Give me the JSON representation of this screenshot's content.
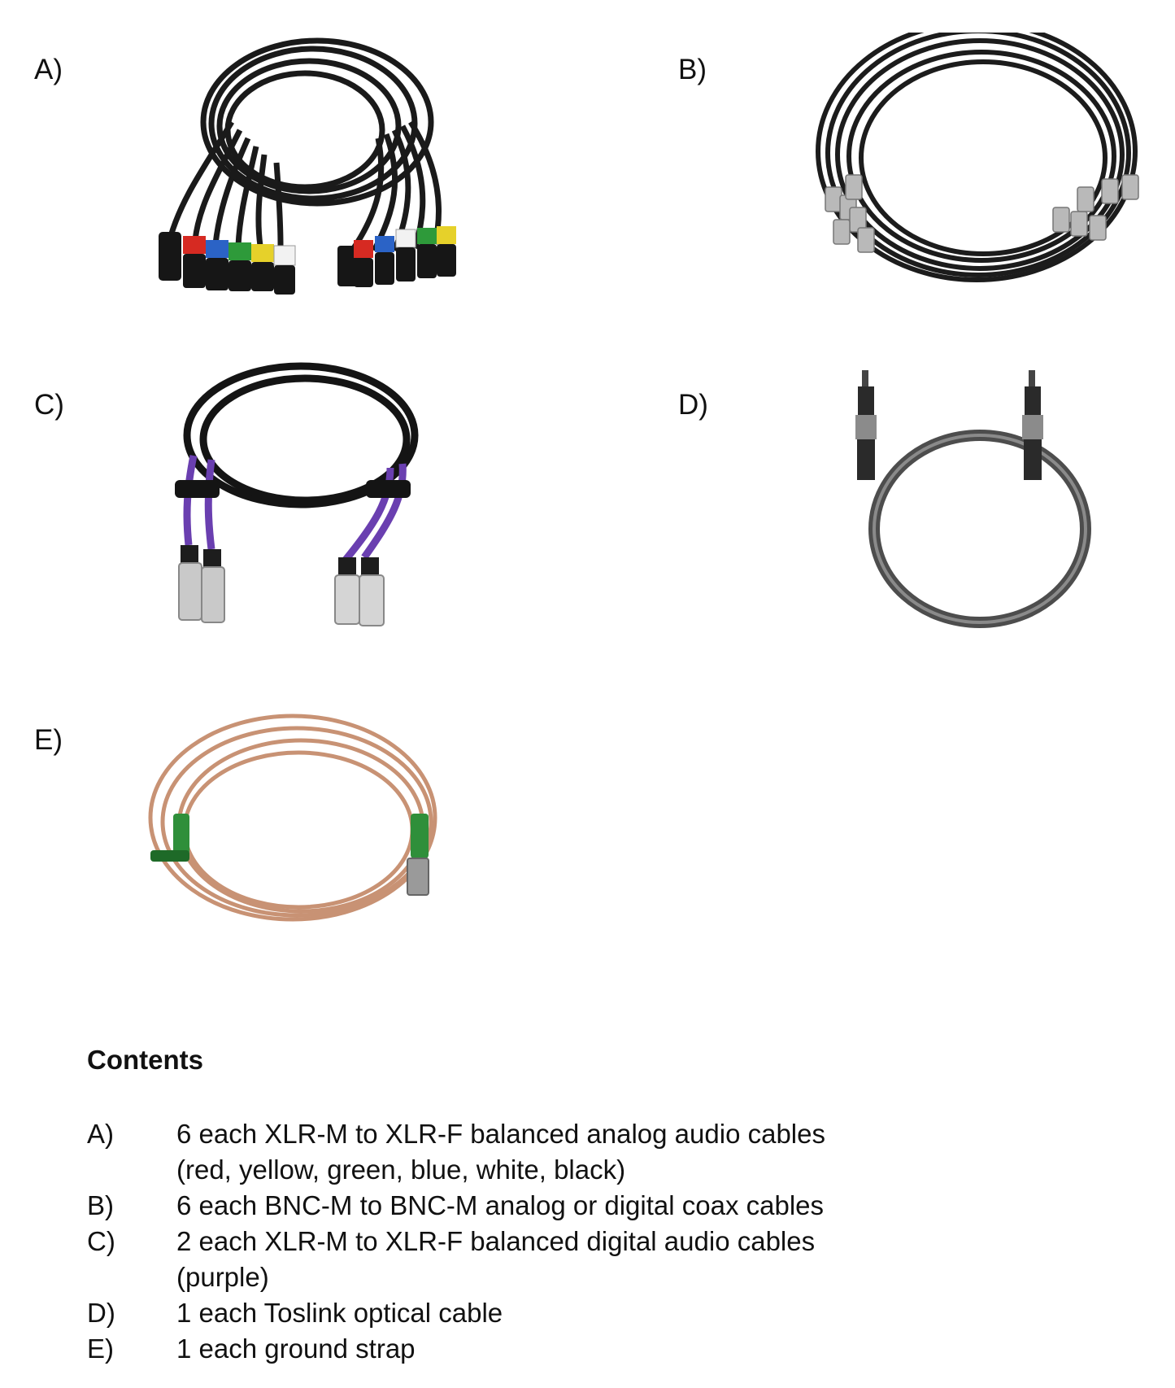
{
  "photos": [
    {
      "label": "A)",
      "icon": "xlr-cable-bundle-photo",
      "colors": [
        "#d62a22",
        "#2b63c6",
        "#2e9a3a",
        "#e6d12a",
        "#f2f2f2",
        "#111111"
      ]
    },
    {
      "label": "B)",
      "icon": "bnc-coax-cable-bundle-photo"
    },
    {
      "label": "C)",
      "icon": "xlr-digital-cable-photo",
      "colors": [
        "#6a3fb0"
      ]
    },
    {
      "label": "D)",
      "icon": "toslink-optical-cable-photo"
    },
    {
      "label": "E)",
      "icon": "ground-strap-photo",
      "colors": [
        "#c89274",
        "#2f8f3a"
      ]
    }
  ],
  "contents": {
    "title": "Contents",
    "items": [
      {
        "letter": "A)",
        "lines": [
          "6 each XLR-M to XLR-F balanced analog audio cables",
          "(red, yellow, green, blue, white, black)"
        ]
      },
      {
        "letter": "B)",
        "lines": [
          "6 each BNC-M to BNC-M analog or digital coax cables"
        ]
      },
      {
        "letter": "C)",
        "lines": [
          "2 each XLR-M to XLR-F balanced digital audio cables",
          "(purple)"
        ]
      },
      {
        "letter": "D)",
        "lines": [
          "1 each Toslink optical cable"
        ]
      },
      {
        "letter": "E)",
        "lines": [
          "1 each ground strap"
        ]
      }
    ]
  }
}
